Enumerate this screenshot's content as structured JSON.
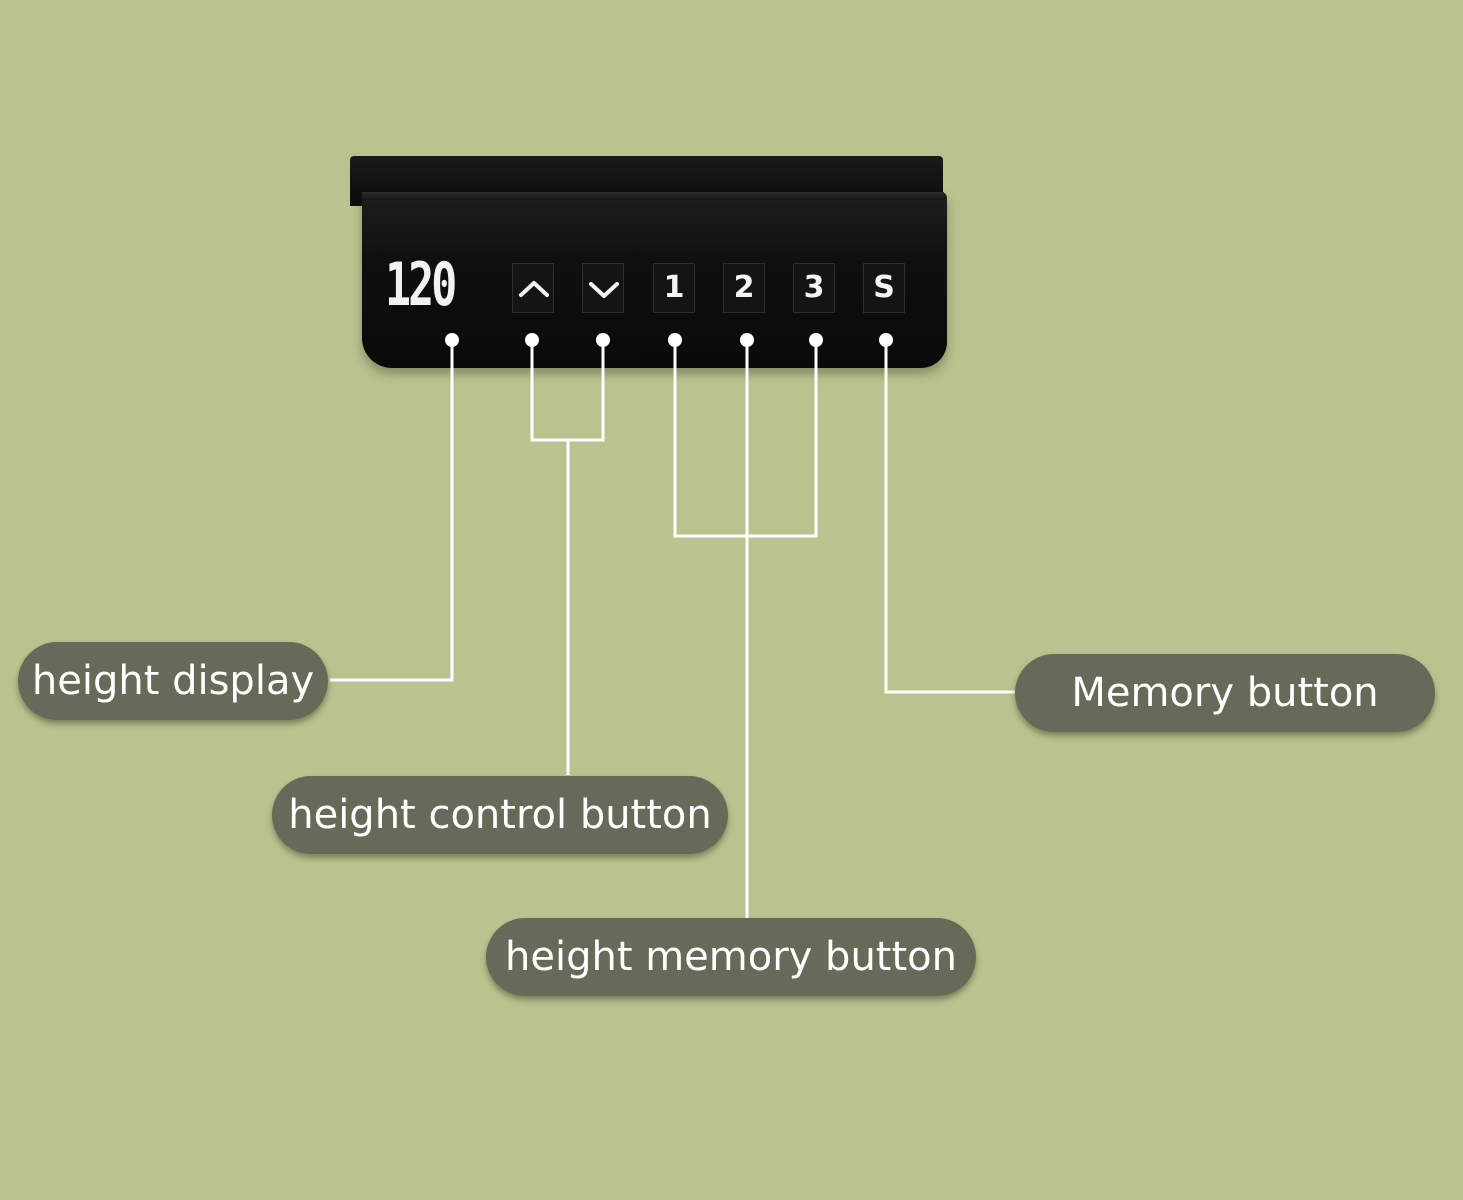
{
  "panel": {
    "display_value": "120",
    "keys": {
      "up": "chevron-up",
      "down": "chevron-down",
      "memory_1": "1",
      "memory_2": "2",
      "memory_3": "3",
      "set": "S"
    }
  },
  "labels": {
    "height_display": "height display",
    "height_control": "height control button",
    "height_memory": "height memory button",
    "memory": "Memory button"
  },
  "colors": {
    "background": "#b9c38f",
    "panel": "#0f0f0f",
    "label_fill": "#666a58",
    "label_text": "#ffffff",
    "leader_line": "#ffffff"
  }
}
